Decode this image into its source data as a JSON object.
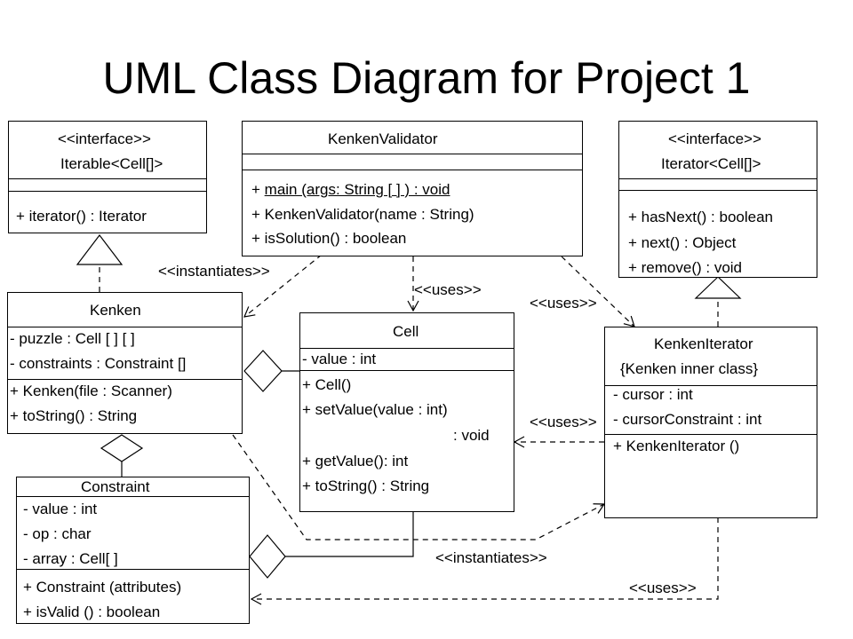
{
  "title": "UML Class Diagram for Project 1",
  "classes": {
    "iterable": {
      "stereotype": "<<interface>>",
      "name": "Iterable<Cell[]>",
      "methods": [
        "+ iterator() : Iterator"
      ]
    },
    "validator": {
      "name": "KenkenValidator",
      "methods": [
        "+ main (args: String [ ] ) : void",
        "+ KenkenValidator(name : String)",
        "+ isSolution() : boolean"
      ]
    },
    "iterator": {
      "stereotype": "<<interface>>",
      "name": "Iterator<Cell[]>",
      "methods": [
        "+ hasNext() : boolean",
        "+ next() : Object",
        "+ remove() : void"
      ]
    },
    "kenken": {
      "name": "Kenken",
      "attributes": [
        "- puzzle : Cell [ ] [ ]",
        "- constraints : Constraint []"
      ],
      "methods": [
        "+ Kenken(file : Scanner)",
        "+ toString() : String"
      ]
    },
    "cell": {
      "name": "Cell",
      "attributes": [
        "- value : int"
      ],
      "methods": [
        "+ Cell()",
        "+ setValue(value : int)",
        ": void",
        "+ getValue(): int",
        "+ toString() : String"
      ]
    },
    "kenkeniterator": {
      "name": "KenkenIterator",
      "note": "{Kenken inner class}",
      "attributes": [
        "- cursor : int",
        "- cursorConstraint : int"
      ],
      "methods": [
        "+ KenkenIterator ()"
      ]
    },
    "constraint": {
      "name": "Constraint",
      "attributes": [
        "- value : int",
        "- op : char",
        "- array : Cell[ ]"
      ],
      "methods": [
        "+ Constraint (attributes)",
        "+ isValid () : boolean"
      ]
    }
  },
  "labels": {
    "instantiates_1": "<<instantiates>>",
    "uses_1": "<<uses>>",
    "uses_2": "<<uses>>",
    "uses_3": "<<uses>>",
    "instantiates_2": "<<instantiates>>",
    "uses_4": "<<uses>>"
  }
}
